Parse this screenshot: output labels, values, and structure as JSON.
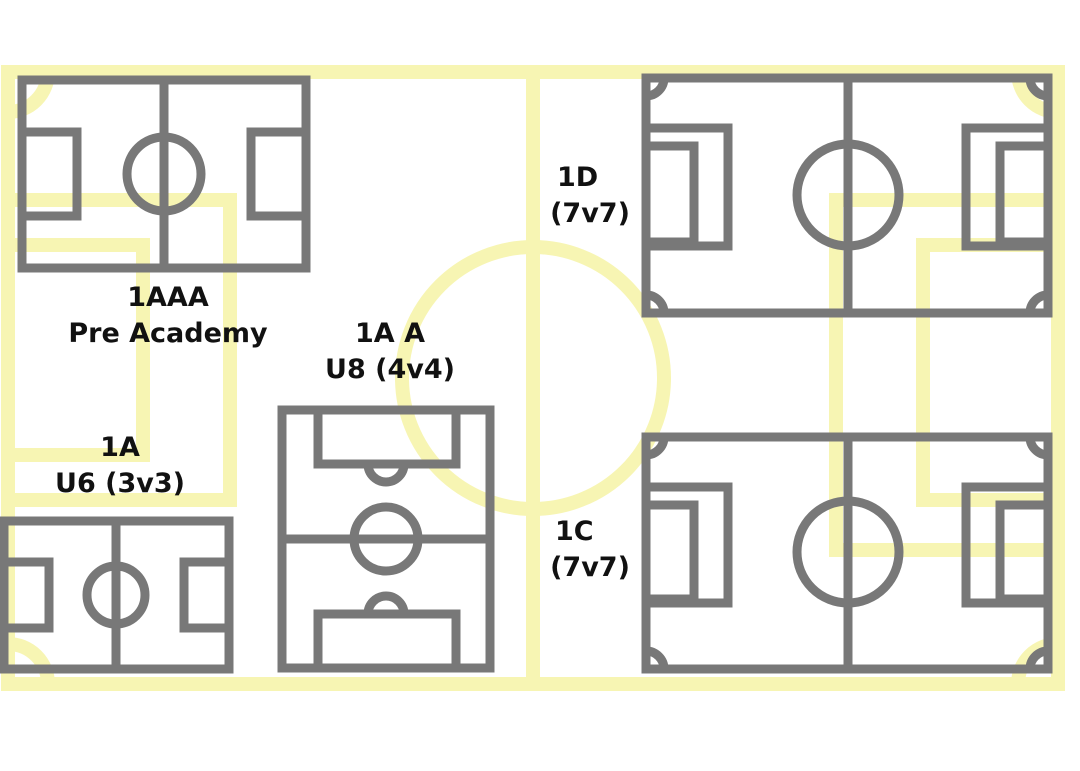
{
  "colors": {
    "background": "#ffffff",
    "field_outline": "#f7f5b3",
    "pitch_outline": "#787878",
    "label_text": "#111111"
  },
  "fields": [
    {
      "id": "1AAA",
      "line1": "1AAA",
      "line2": "Pre Academy"
    },
    {
      "id": "1A A",
      "line1": "1A A",
      "line2": "U8 (4v4)"
    },
    {
      "id": "1A",
      "line1": "1A",
      "line2": "U6 (3v3)"
    },
    {
      "id": "1D",
      "line1": "1D",
      "line2": "(7v7)"
    },
    {
      "id": "1C",
      "line1": "1C",
      "line2": "(7v7)"
    }
  ]
}
